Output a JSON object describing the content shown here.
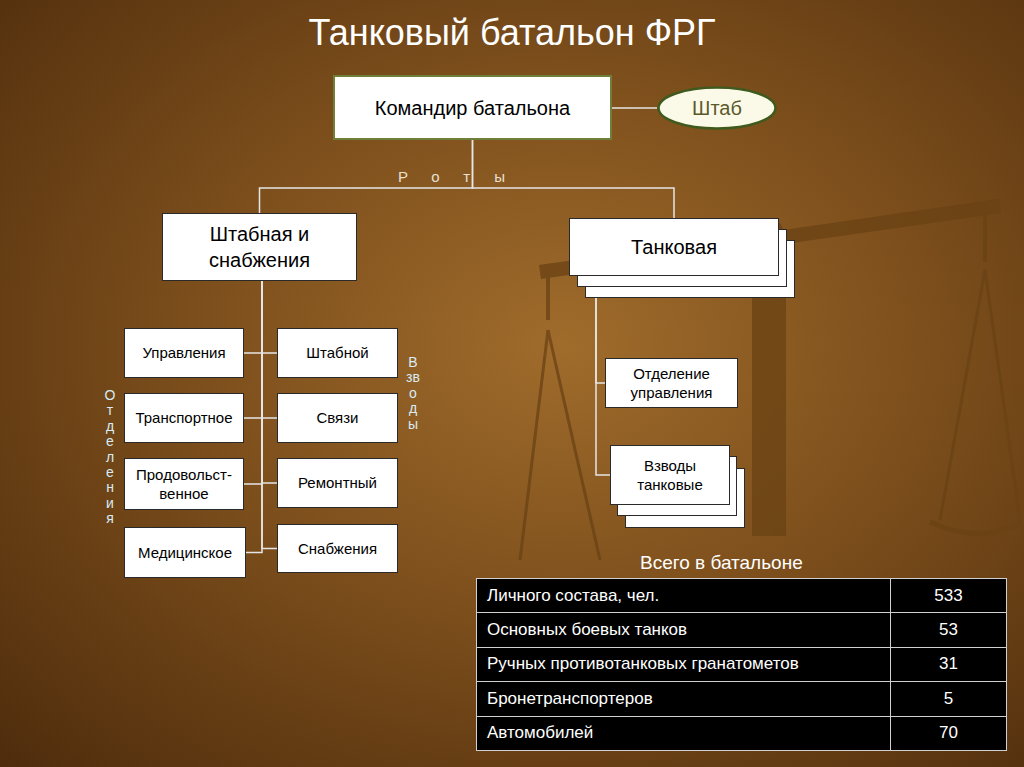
{
  "diagram": {
    "title": "Танковый батальон ФРГ",
    "nodes": [
      {
        "text": [
          "Командир батальона"
        ]
      },
      {
        "text": [
          "Штаб"
        ]
      },
      {
        "text": [
          "Штабная и снабжения"
        ]
      },
      {
        "text": [
          "Танковая"
        ]
      },
      {
        "text": [
          "Управления"
        ]
      },
      {
        "text": [
          "Транспортное"
        ]
      },
      {
        "text": [
          "Продовольст- венное"
        ]
      },
      {
        "text": [
          "Медицинское"
        ]
      },
      {
        "text": [
          "Штабной"
        ]
      },
      {
        "text": [
          "Связи"
        ]
      },
      {
        "text": [
          "Ремонтный"
        ]
      },
      {
        "text": [
          "Снабжения"
        ]
      },
      {
        "text": [
          "Отделение управления"
        ]
      },
      {
        "text": [
          "Взводы танковые"
        ]
      }
    ],
    "edges": [
      {
        "from": 0,
        "to": 1,
        "arrow": "none"
      },
      {
        "from": 0,
        "to": 2,
        "arrow": "none"
      },
      {
        "from": 0,
        "to": 3,
        "arrow": "none"
      },
      {
        "from": 2,
        "to": 4,
        "arrow": "none"
      },
      {
        "from": 2,
        "to": 5,
        "arrow": "none"
      },
      {
        "from": 2,
        "to": 6,
        "arrow": "none"
      },
      {
        "from": 2,
        "to": 7,
        "arrow": "none"
      },
      {
        "from": 2,
        "to": 8,
        "arrow": "none"
      },
      {
        "from": 2,
        "to": 9,
        "arrow": "none"
      },
      {
        "from": 2,
        "to": 10,
        "arrow": "none"
      },
      {
        "from": 2,
        "to": 11,
        "arrow": "none"
      },
      {
        "from": 3,
        "to": 12,
        "arrow": "none"
      },
      {
        "from": 3,
        "to": 13,
        "arrow": "none"
      }
    ],
    "labels": [
      "Роты",
      "Отделения",
      "Взводы",
      "Всего в батальоне",
      "Личного состава, чел.",
      "533",
      "Основных боевых танков",
      "53",
      "Ручных противотанковых гранатометов",
      "31",
      "Бронетранспортеров",
      "5",
      "Автомобилей",
      "70"
    ]
  }
}
